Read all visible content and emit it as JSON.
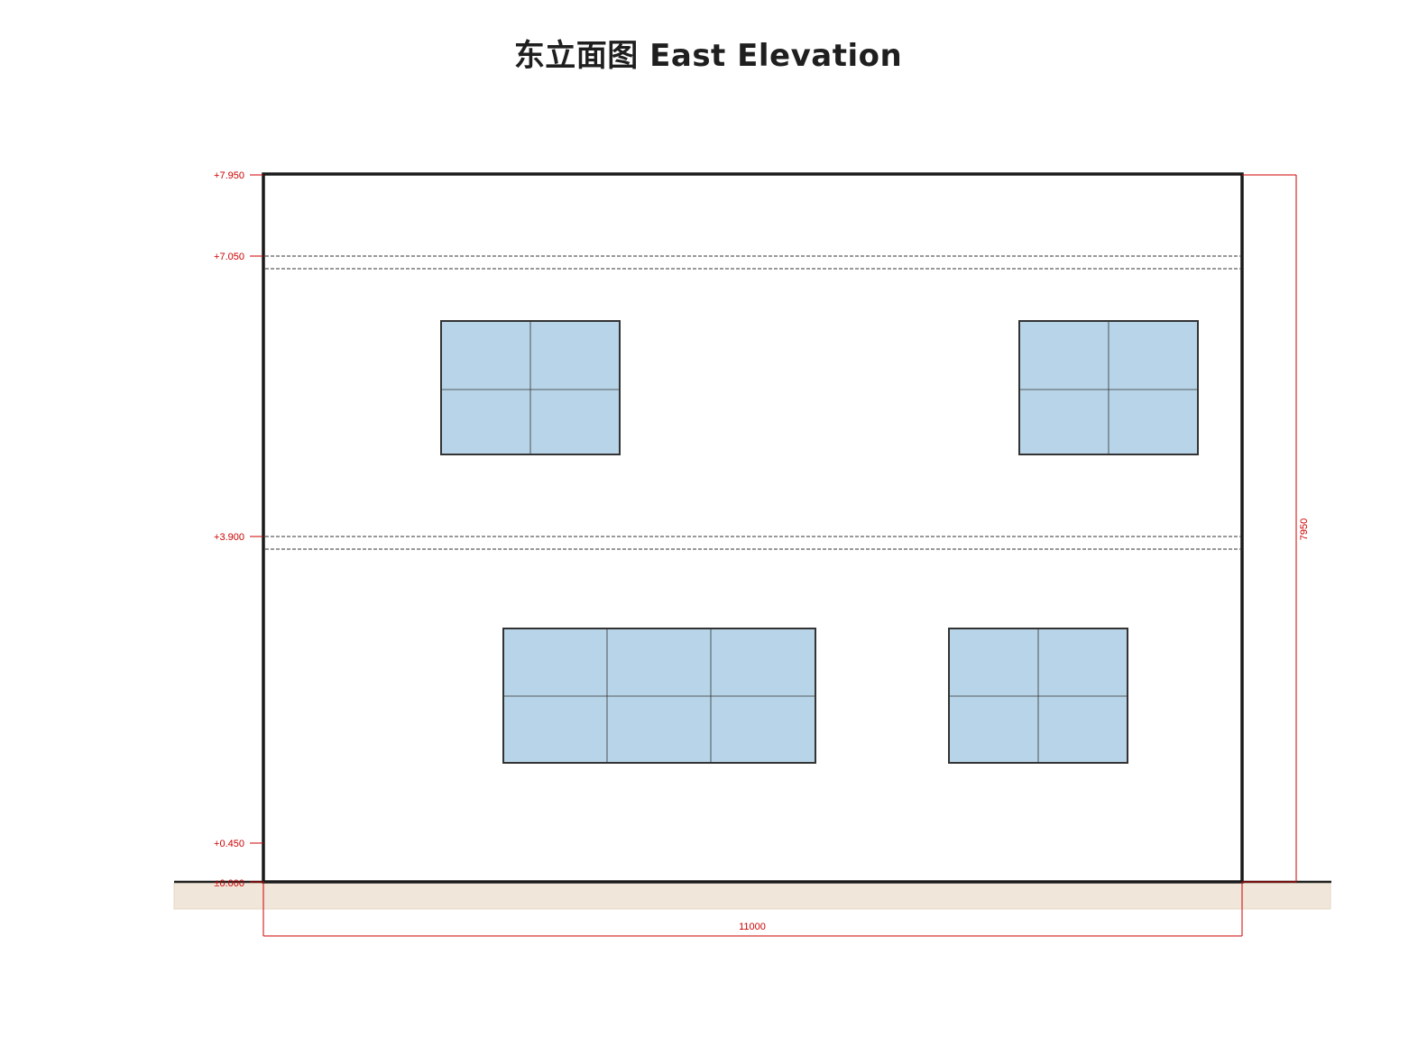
{
  "title": "东立面图  East Elevation",
  "levels": [
    {
      "label": "+7.950",
      "value": 7.95
    },
    {
      "label": "+7.050",
      "value": 7.05
    },
    {
      "label": "+3.900",
      "value": 3.9
    },
    {
      "label": "+0.450",
      "value": 0.45
    },
    {
      "label": "±0.000",
      "value": 0.0
    }
  ],
  "dimensions": {
    "width_label": "11000",
    "height_label": "7950"
  },
  "windows": [
    {
      "name": "upper-left-window",
      "cols": 2,
      "rows": 2
    },
    {
      "name": "upper-right-window",
      "cols": 2,
      "rows": 2
    },
    {
      "name": "lower-wide-window",
      "cols": 3,
      "rows": 2
    },
    {
      "name": "lower-right-window",
      "cols": 2,
      "rows": 2
    }
  ],
  "colors": {
    "wall_line": "#1a1a1a",
    "glass": "#b8d4e8",
    "dimension": "#cc0000",
    "ground": "#f0e6da"
  }
}
